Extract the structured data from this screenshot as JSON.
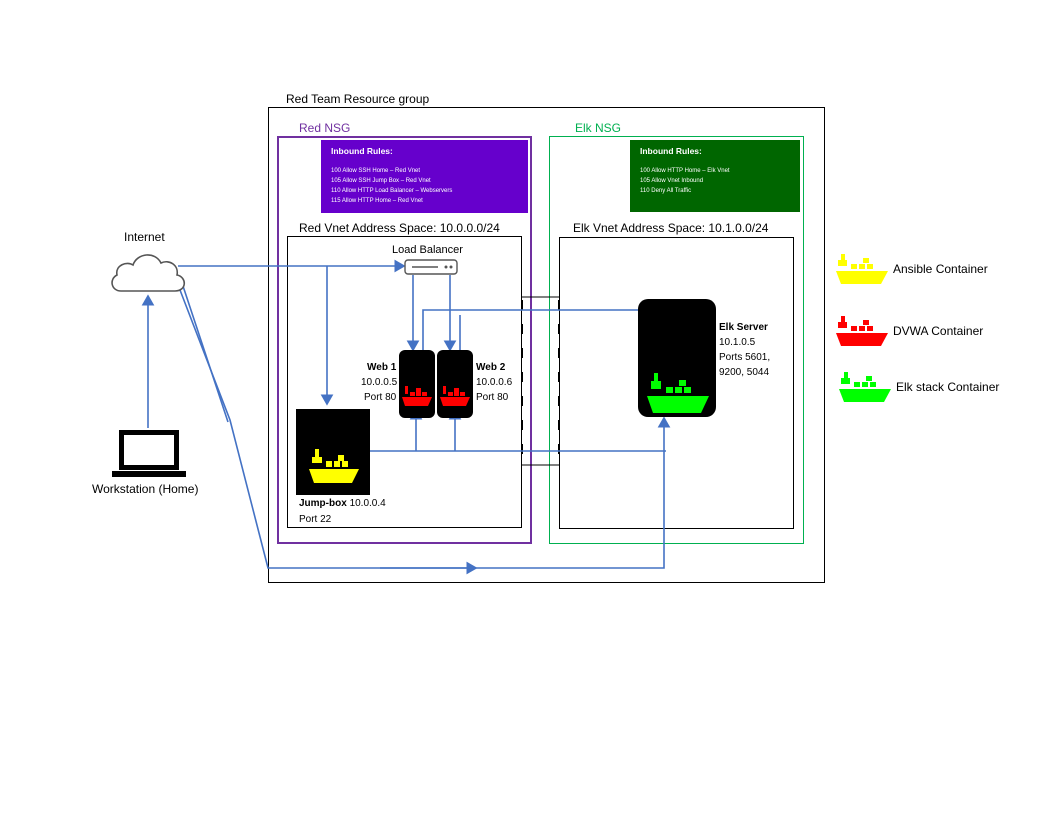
{
  "resource_group": "Red Team Resource group",
  "red_nsg": {
    "title": "Red NSG",
    "rules_title": "Inbound Rules:",
    "rules": [
      "100  Allow SSH Home – Red Vnet",
      "105  Allow SSH Jump Box – Red Vnet",
      "110  Allow HTTP Load Balancer – Webservers",
      "115  Allow HTTP Home – Red Vnet"
    ],
    "vnet": "Red Vnet Address Space: 10.0.0.0/24",
    "color": "#7030a0",
    "rules_bg": "#6600cc"
  },
  "elk_nsg": {
    "title": "Elk NSG",
    "rules_title": "Inbound Rules:",
    "rules": [
      "100  Allow HTTP Home – Elk Vnet",
      "105  Allow Vnet Inbound",
      "110  Deny All Traffic"
    ],
    "vnet": "Elk Vnet Address Space: 10.1.0.0/24",
    "color": "#00b050",
    "rules_bg": "#006600"
  },
  "internet": "Internet",
  "workstation": "Workstation (Home)",
  "load_balancer": "Load Balancer",
  "web1": {
    "name": "Web 1",
    "ip": "10.0.0.5",
    "port": "Port 80"
  },
  "web2": {
    "name": "Web 2",
    "ip": "10.0.0.6",
    "port": "Port 80"
  },
  "jumpbox": {
    "name": "Jump-box",
    "ip": "10.0.0.4",
    "port": "Port 22"
  },
  "elk": {
    "name": "Elk Server",
    "ip": "10.1.0.5",
    "ports1": "Ports 5601,",
    "ports2": "9200, 5044"
  },
  "legend": [
    {
      "label": "Ansible Container",
      "color": "#ffff00"
    },
    {
      "label": "DVWA Container",
      "color": "#ff0000"
    },
    {
      "label": "Elk stack Container",
      "color": "#00ff00"
    }
  ],
  "line_color": "#4472c4"
}
